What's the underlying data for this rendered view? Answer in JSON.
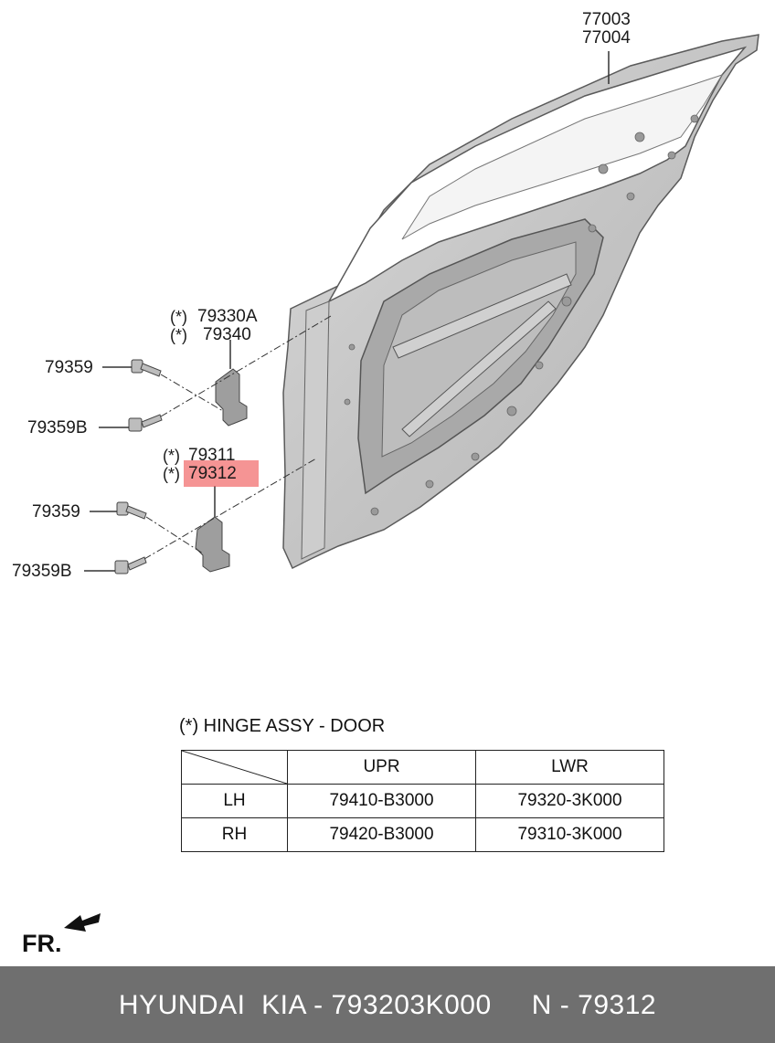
{
  "parts": {
    "door_panel": [
      "77003",
      "77004"
    ],
    "upper_hinge": [
      "79330A",
      "79340"
    ],
    "lower_hinge": [
      "79311",
      "79312"
    ],
    "bolt": "79359",
    "bolt_b": "79359B",
    "asterisk": "(*)"
  },
  "highlight": {
    "part": "79312",
    "color": "#f05a5a"
  },
  "legend": {
    "title": "(*) HINGE ASSY - DOOR",
    "columns": [
      "",
      "UPR",
      "LWR"
    ],
    "rows": [
      {
        "side": "LH",
        "upr": "79410-B3000",
        "lwr": "79320-3K000"
      },
      {
        "side": "RH",
        "upr": "79420-B3000",
        "lwr": "79310-3K000"
      }
    ]
  },
  "direction": {
    "label": "FR.",
    "icon": "front-arrow-icon"
  },
  "footer": {
    "text": "HYUNDAI  KIA - 793203K000     N - 79312",
    "background": "#6f6f6f"
  }
}
